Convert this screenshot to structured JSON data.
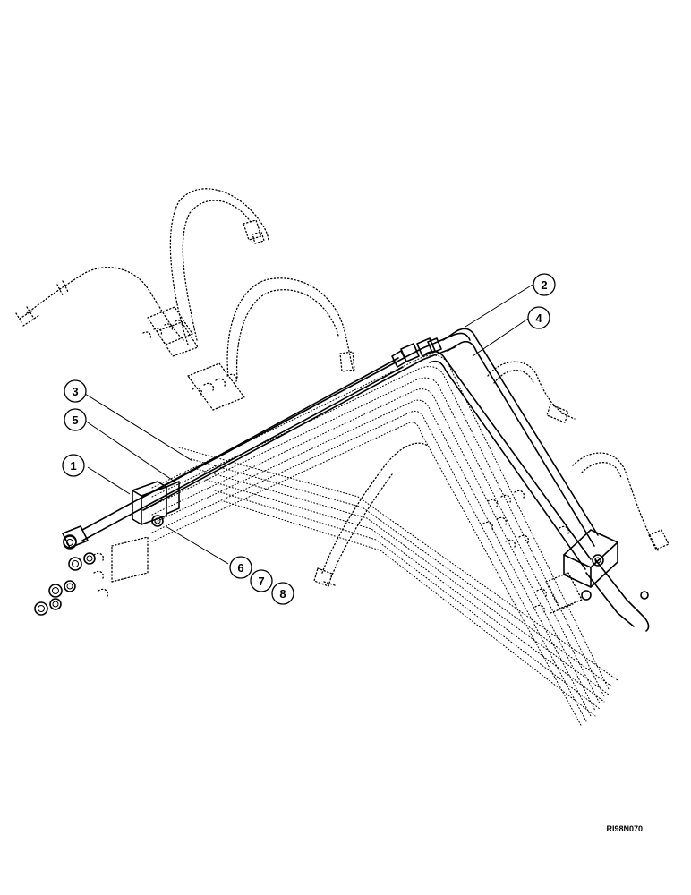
{
  "callouts": [
    {
      "id": "c1",
      "label": "1"
    },
    {
      "id": "c2",
      "label": "2"
    },
    {
      "id": "c3",
      "label": "3"
    },
    {
      "id": "c4",
      "label": "4"
    },
    {
      "id": "c5",
      "label": "5"
    },
    {
      "id": "c6",
      "label": "6"
    },
    {
      "id": "c7",
      "label": "7"
    },
    {
      "id": "c8",
      "label": "8"
    }
  ],
  "drawing_code": "RI98N070"
}
